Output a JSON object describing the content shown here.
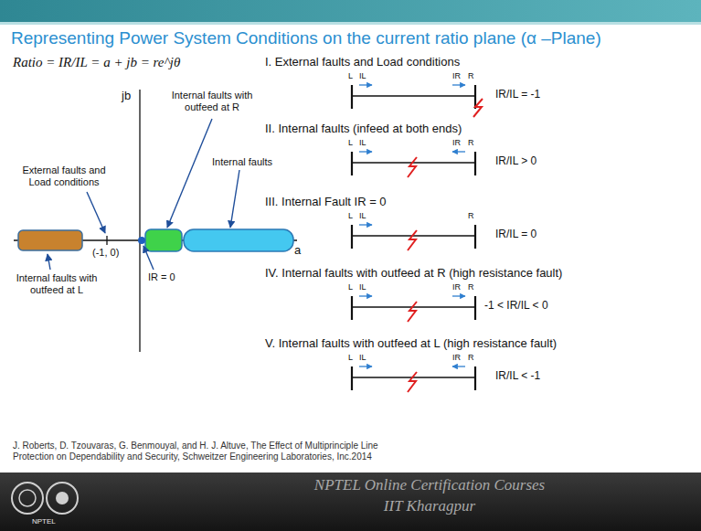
{
  "diagram": {
    "title": "Representing Power System Conditions on the current ratio plane (α –Plane)",
    "labels": [
      "Ratio = IR/IL = a + jb = re^jθ",
      "jb",
      "a",
      "External faults and Load conditions",
      "(-1, 0)",
      "Internal faults with outfeed at L",
      "Internal faults with outfeed at R",
      "Internal faults",
      "IR = 0",
      "I. External faults and Load conditions",
      "L",
      "IL",
      "IR",
      "R",
      "IR/IL = -1",
      "II. Internal faults (infeed at both ends)",
      "L",
      "IL",
      "IR",
      "R",
      "IR/IL > 0",
      "III. Internal Fault IR = 0",
      "L",
      "IL",
      "R",
      "IR/IL = 0",
      "IV. Internal faults with outfeed at R (high resistance fault)",
      "L",
      "IL",
      "IR",
      "R",
      "-1 < IR/IL < 0",
      "V. Internal faults with outfeed at L (high resistance fault)",
      "L",
      "IL",
      "IR",
      "R",
      "IR/IL < -1",
      "J. Roberts, D. Tzouvaras, G. Benmouyal, and H. J. Altuve, The Effect of Multiprinciple Line Protection on Dependability and Security, Schweitzer Engineering Laboratories, Inc.2014",
      "NPTEL Online Certification Courses",
      "IIT Kharagpur",
      "NPTEL"
    ]
  }
}
